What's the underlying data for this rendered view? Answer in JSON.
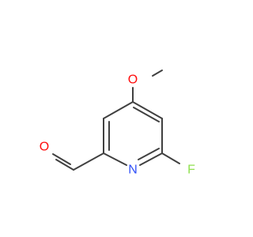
{
  "molecule": {
    "atoms": {
      "oxygen_methoxy": {
        "label": "O",
        "color": "#ff0d0d"
      },
      "oxygen_aldehyde": {
        "label": "O",
        "color": "#ff0d0d"
      },
      "nitrogen": {
        "label": "N",
        "color": "#3050f8"
      },
      "fluorine": {
        "label": "F",
        "color": "#90e050"
      }
    },
    "bond_color": "#404040"
  }
}
